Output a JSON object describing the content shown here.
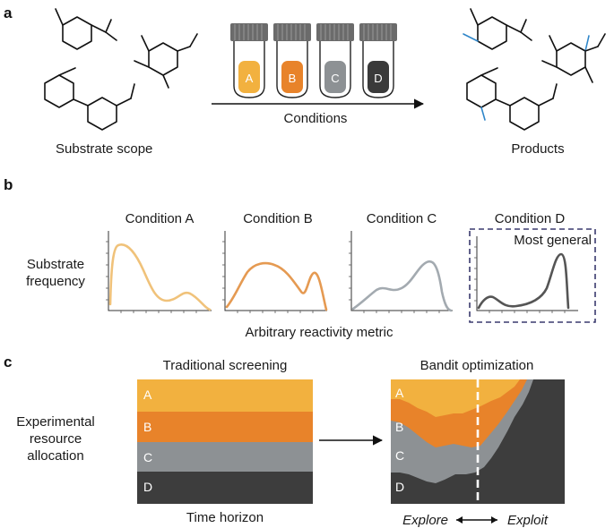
{
  "panels": {
    "a": "a",
    "b": "b",
    "c": "c"
  },
  "section_a": {
    "substrate_label": "Substrate scope",
    "conditions_label": "Conditions",
    "products_label": "Products",
    "tubes": [
      {
        "label": "A",
        "color": "#f2b13f"
      },
      {
        "label": "B",
        "color": "#e8832a"
      },
      {
        "label": "C",
        "color": "#8d9194"
      },
      {
        "label": "D",
        "color": "#3a3a3a"
      }
    ],
    "cap_color": "#6b6b6b",
    "highlight_bond_color": "#2f86c9"
  },
  "section_b": {
    "y_label_line1": "Substrate",
    "y_label_line2": "frequency",
    "x_label": "Arbitrary reactivity metric",
    "highlight_label": "Most general",
    "chart_data": [
      {
        "type": "line",
        "title": "Condition A",
        "color": "#f0c27a"
      },
      {
        "type": "line",
        "title": "Condition B",
        "color": "#e59a52"
      },
      {
        "type": "line",
        "title": "Condition C",
        "color": "#a3aab0"
      },
      {
        "type": "line",
        "title": "Condition D",
        "color": "#555555"
      }
    ]
  },
  "section_c": {
    "y_label_line1": "Experimental",
    "y_label_line2": "resource",
    "y_label_line3": "allocation",
    "traditional_title": "Traditional screening",
    "bandit_title": "Bandit optimization",
    "time_label": "Time horizon",
    "explore_label": "Explore",
    "exploit_label": "Exploit",
    "arrow_glyph": "⟷",
    "bands": [
      {
        "label": "A",
        "color": "#f2b13f"
      },
      {
        "label": "B",
        "color": "#e8832a"
      },
      {
        "label": "C",
        "color": "#8d9194"
      },
      {
        "label": "D",
        "color": "#3d3d3d"
      }
    ]
  }
}
